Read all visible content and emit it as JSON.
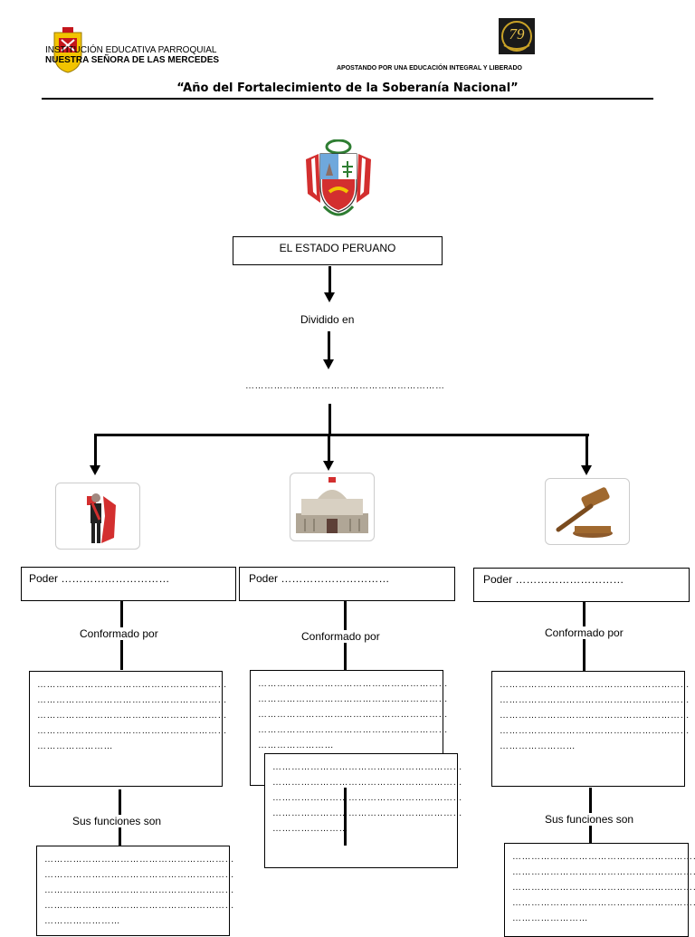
{
  "header": {
    "school_line1": "INSTITUCIÓN EDUCATIVA PARROQUIAL",
    "school_line2": "NUESTRA SEÑORA DE LAS MERCEDES",
    "anniversary_number": "79",
    "slogan": "APOSTANDO POR UNA EDUCACIÓN INTEGRAL Y LIBERADO",
    "year_title": "“Año del Fortalecimiento de la Soberanía Nacional”"
  },
  "map": {
    "root": "EL ESTADO PERUANO",
    "divided": "Dividido en",
    "blank": "………………………………………………………",
    "branches": [
      {
        "poder": "Poder …………………………",
        "conformado": "Conformado por",
        "conf_lines": [
          "……………………………………………………",
          "……………………………………………………",
          "……………………………………………………",
          "……………………………………………………",
          "……………………"
        ],
        "funciones": "Sus funciones son",
        "func_lines": [
          "……………………………………………………",
          "……………………………………………………",
          "……………………………………………………",
          "……………………………………………………",
          "……………………"
        ]
      },
      {
        "poder": "Poder …………………………",
        "conformado": "Conformado por",
        "conf_lines": [
          "……………………………………………………",
          "……………………………………………………",
          "……………………………………………………",
          "……………………………………………………",
          "……………………"
        ],
        "func_lines": [
          "……………………………………………………",
          "……………………………………………………",
          "……………………………………………………",
          "……………………………………………………",
          "……………………"
        ]
      },
      {
        "poder": "Poder …………………………",
        "conformado": "Conformado por",
        "conf_lines": [
          "……………………………………………………",
          "……………………………………………………",
          "……………………………………………………",
          "……………………………………………………",
          "……………………"
        ],
        "funciones": "Sus funciones son",
        "func_lines": [
          "……………………………………………………",
          "……………………………………………………",
          "……………………………………………………",
          "……………………………………………………",
          "……………………"
        ]
      }
    ]
  }
}
